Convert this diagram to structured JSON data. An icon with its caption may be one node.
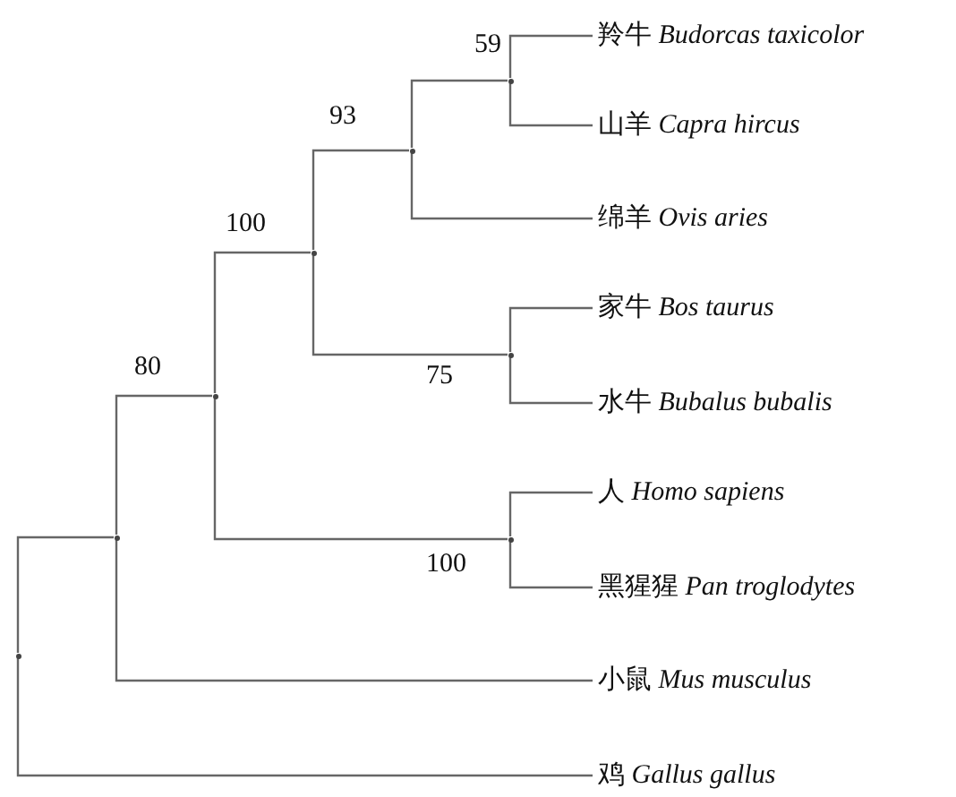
{
  "diagram": {
    "nodes": [
      {
        "text": [
          "羚牛 *Budorcas taxicolor*"
        ]
      },
      {
        "text": [
          "山羊 *Capra hircus*"
        ]
      },
      {
        "text": [
          "绵羊 *Ovis aries*"
        ]
      },
      {
        "text": [
          "家牛 *Bos taurus*"
        ]
      },
      {
        "text": [
          "水牛 *Bubalus bubalis*"
        ]
      },
      {
        "text": [
          "人 *Homo sapiens*"
        ]
      },
      {
        "text": [
          "黑猩猩 *Pan troglodytes*"
        ]
      },
      {
        "text": [
          "小鼠 *Mus musculus*"
        ]
      },
      {
        "text": [
          "鸡 *Gallus gallus*"
        ]
      },
      {
        "text": [],
        "shape": "point"
      },
      {
        "text": [],
        "shape": "point"
      },
      {
        "text": [],
        "shape": "point",
        "beside": [
          "80"
        ]
      },
      {
        "text": [],
        "shape": "point",
        "beside": [
          "100"
        ]
      },
      {
        "text": [],
        "shape": "point",
        "beside": [
          "93"
        ]
      },
      {
        "text": [],
        "shape": "point",
        "beside": [
          "59"
        ]
      },
      {
        "text": [],
        "shape": "point",
        "beside": [
          "75"
        ]
      },
      {
        "text": [],
        "shape": "point",
        "beside": [
          "100"
        ]
      }
    ],
    "edges": [
      {
        "from": 9,
        "to": 10,
        "arrow": "none"
      },
      {
        "from": 9,
        "to": 8,
        "arrow": "none"
      },
      {
        "from": 10,
        "to": 11,
        "arrow": "none"
      },
      {
        "from": 10,
        "to": 7,
        "arrow": "none"
      },
      {
        "from": 11,
        "to": 12,
        "arrow": "none"
      },
      {
        "from": 11,
        "to": 16,
        "arrow": "none"
      },
      {
        "from": 12,
        "to": 13,
        "arrow": "none"
      },
      {
        "from": 12,
        "to": 15,
        "arrow": "none"
      },
      {
        "from": 13,
        "to": 14,
        "arrow": "none"
      },
      {
        "from": 13,
        "to": 2,
        "arrow": "none"
      },
      {
        "from": 14,
        "to": 0,
        "arrow": "none"
      },
      {
        "from": 14,
        "to": 1,
        "arrow": "none"
      },
      {
        "from": 15,
        "to": 3,
        "arrow": "none"
      },
      {
        "from": 15,
        "to": 4,
        "arrow": "none"
      },
      {
        "from": 16,
        "to": 5,
        "arrow": "none"
      },
      {
        "from": 16,
        "to": 6,
        "arrow": "none"
      }
    ]
  }
}
